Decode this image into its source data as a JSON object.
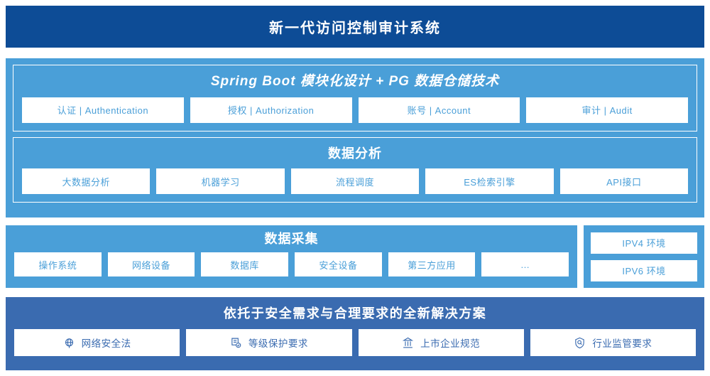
{
  "header": {
    "title": "新一代访问控制审计系统",
    "background_color": "#0d4c96"
  },
  "colors": {
    "navy": "#0d4c96",
    "light_blue": "#4a9fd8",
    "steel_blue": "#3a6bb0",
    "chip_bg": "#ffffff"
  },
  "platform": {
    "springboot": {
      "heading": "Spring Boot 模块化设计 + PG 数据仓储技术",
      "chips": [
        {
          "label": "认证 | Authentication"
        },
        {
          "label": "授权 | Authorization"
        },
        {
          "label": "账号 | Account"
        },
        {
          "label": "审计 | Audit"
        }
      ]
    },
    "analysis": {
      "heading": "数据分析",
      "chips": [
        {
          "label": "大数据分析"
        },
        {
          "label": "机器学习"
        },
        {
          "label": "流程调度"
        },
        {
          "label": "ES检索引擎"
        },
        {
          "label": "API接口"
        }
      ]
    }
  },
  "collection": {
    "heading": "数据采集",
    "chips": [
      {
        "label": "操作系统"
      },
      {
        "label": "网络设备"
      },
      {
        "label": "数据库"
      },
      {
        "label": "安全设备"
      },
      {
        "label": "第三方应用"
      },
      {
        "label": "…"
      }
    ]
  },
  "ip_environments": {
    "chips": [
      {
        "label": "IPV4 环境"
      },
      {
        "label": "IPV6 环境"
      }
    ]
  },
  "solution": {
    "heading": "依托于安全需求与合理要求的全新解决方案",
    "chips": [
      {
        "label": "网络安全法",
        "icon": "globe-icon"
      },
      {
        "label": "等级保护要求",
        "icon": "document-check-icon"
      },
      {
        "label": "上市企业规范",
        "icon": "bank-building-icon"
      },
      {
        "label": "行业监管要求",
        "icon": "shield-search-icon"
      }
    ]
  }
}
